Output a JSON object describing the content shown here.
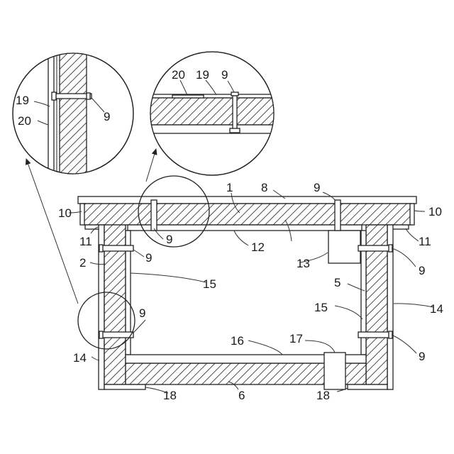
{
  "figure": {
    "labels": {
      "top_panel": "1",
      "left_wall": "2",
      "right_wall": "5",
      "bottom_panel": "6",
      "roof_plate": "8",
      "bolt": "9",
      "eave_block": "10",
      "eave_strip": "11",
      "ceiling_board": "12",
      "box_13": "13",
      "outer_cladding": "14",
      "inner_lining": "15",
      "floor_board": "16",
      "floor_box": "17",
      "base_strip": "18",
      "seal_19": "19",
      "layer_20": "20"
    },
    "colors": {
      "line": "#222222",
      "background": "#ffffff"
    }
  }
}
